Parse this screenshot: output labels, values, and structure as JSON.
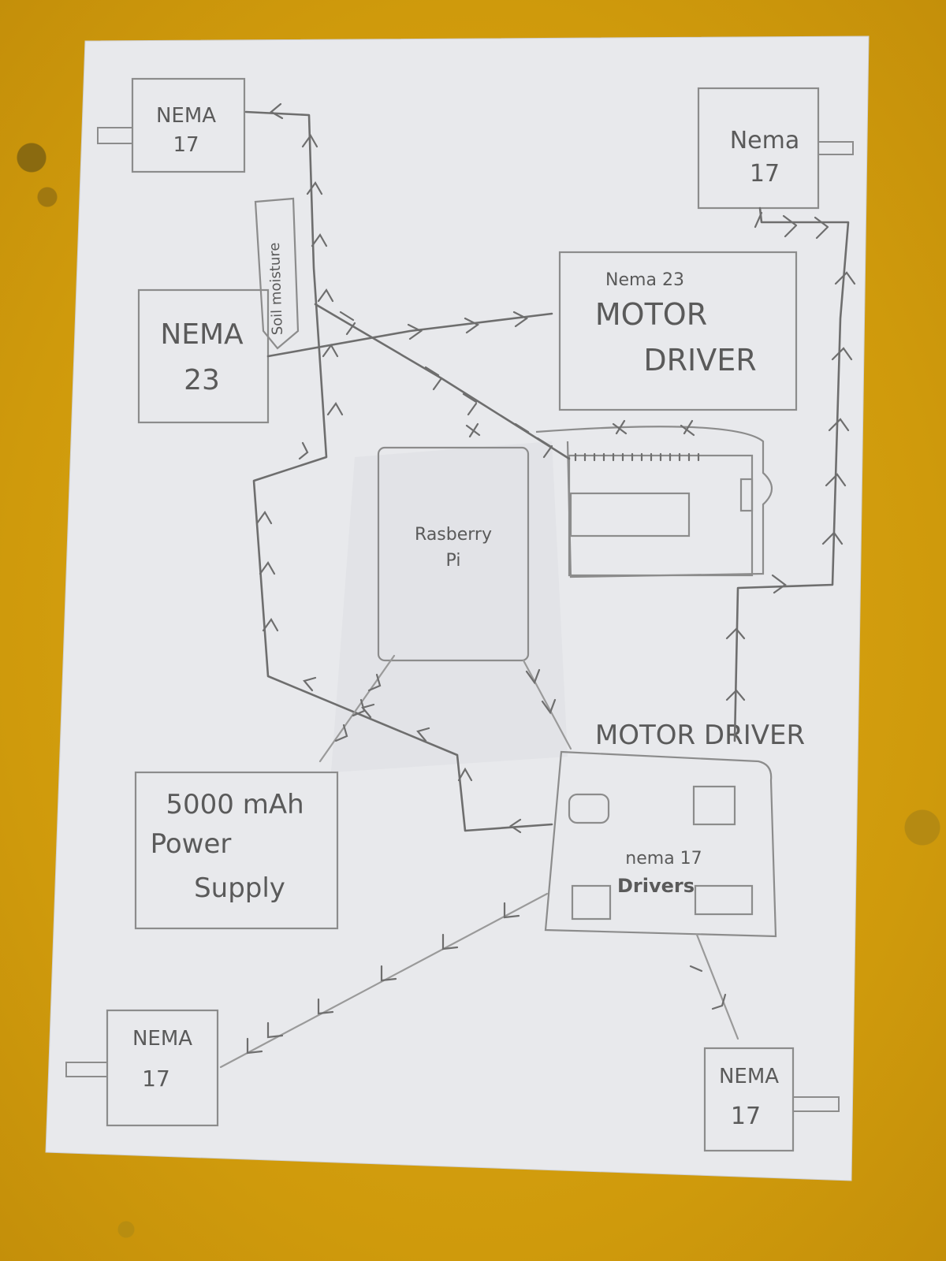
{
  "components": {
    "nema17_top_left": {
      "line1": "NEMA",
      "line2": "17"
    },
    "nema17_top_right": {
      "line1": "Nema",
      "line2": "17"
    },
    "soil_sensor": {
      "label": "Soil moisture"
    },
    "nema23": {
      "line1": "NEMA",
      "line2": "23"
    },
    "nema23_driver": {
      "line1": "Nema 23",
      "line2": "MOTOR",
      "line3": "DRIVER"
    },
    "raspberry_pi": {
      "line1": "Rasberry",
      "line2": "Pi"
    },
    "nema17_driver_title": {
      "label": "MOTOR DRIVER"
    },
    "nema17_driver": {
      "line1": "nema 17",
      "line2": "Drivers"
    },
    "power_supply": {
      "line1": "5000 mAh",
      "line2": "Power",
      "line3": "Supply"
    },
    "nema17_bottom_left": {
      "line1": "NEMA",
      "line2": "17"
    },
    "nema17_bottom_right": {
      "line1": "NEMA",
      "line2": "17"
    }
  },
  "colors": {
    "background": "#d9a30f",
    "paper": "#e9eaee",
    "pencil": "#6e6e6e"
  }
}
